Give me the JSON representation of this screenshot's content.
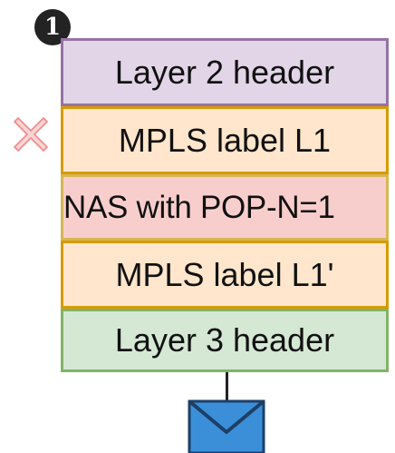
{
  "step_number": "1",
  "layers": {
    "l2_header": "Layer 2 header",
    "mpls_label_1": "MPLS label L1",
    "nas": "NAS with POP-N=1",
    "mpls_label_2": "MPLS label L1'",
    "l3_header": "Layer 3 header"
  },
  "icons": {
    "removed_marker": "cross-icon",
    "payload": "envelope-icon"
  },
  "colors": {
    "l2_fill": "#e1d5e7",
    "l2_border": "#9673a6",
    "mpls_fill": "#ffe6cc",
    "mpls_border": "#d79b00",
    "nas_fill": "#f8cecc",
    "l3_fill": "#d5e8d4",
    "l3_border": "#82b366",
    "cross": "#f4a6a6",
    "envelope": "#3b8fd9"
  }
}
